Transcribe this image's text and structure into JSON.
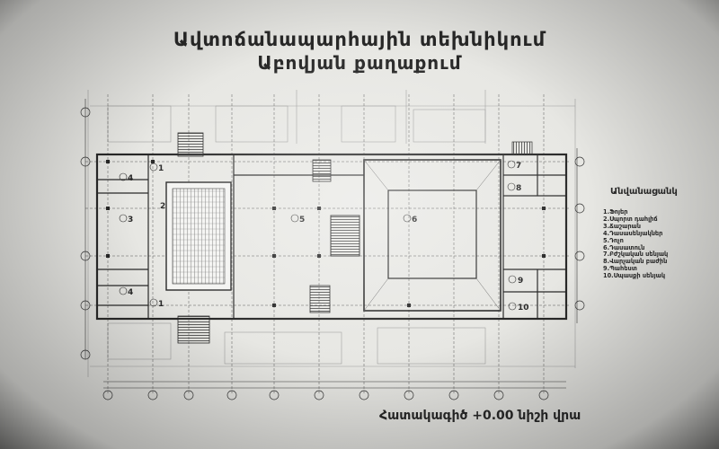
{
  "title": {
    "line1": "Ավտոճանապարհային տեխնիկում",
    "line2": "Աբովյան քաղաքում"
  },
  "legend": {
    "title": "Անվանացանկ",
    "items": [
      "1.Ֆոյեր",
      "2.Սպորտ դահլիճ",
      "3.Ճաշարան",
      "4.Դասասենյակներ",
      "5.Դոչո",
      "6.Դասատուն",
      "7.Բժշկական սենյակ",
      "8.Վարչական բաժին",
      "9.Պահեստ",
      "10.Սպասքի սենյակ"
    ]
  },
  "plan": {
    "rooms": [
      {
        "label": "1"
      },
      {
        "label": "1"
      },
      {
        "label": "2"
      },
      {
        "label": "3"
      },
      {
        "label": "4"
      },
      {
        "label": "4"
      },
      {
        "label": "5"
      },
      {
        "label": "6"
      },
      {
        "label": "7"
      },
      {
        "label": "8"
      },
      {
        "label": "9"
      },
      {
        "label": "10"
      }
    ]
  },
  "caption": "Հատակագիծ +0.00 նիշի վրա"
}
